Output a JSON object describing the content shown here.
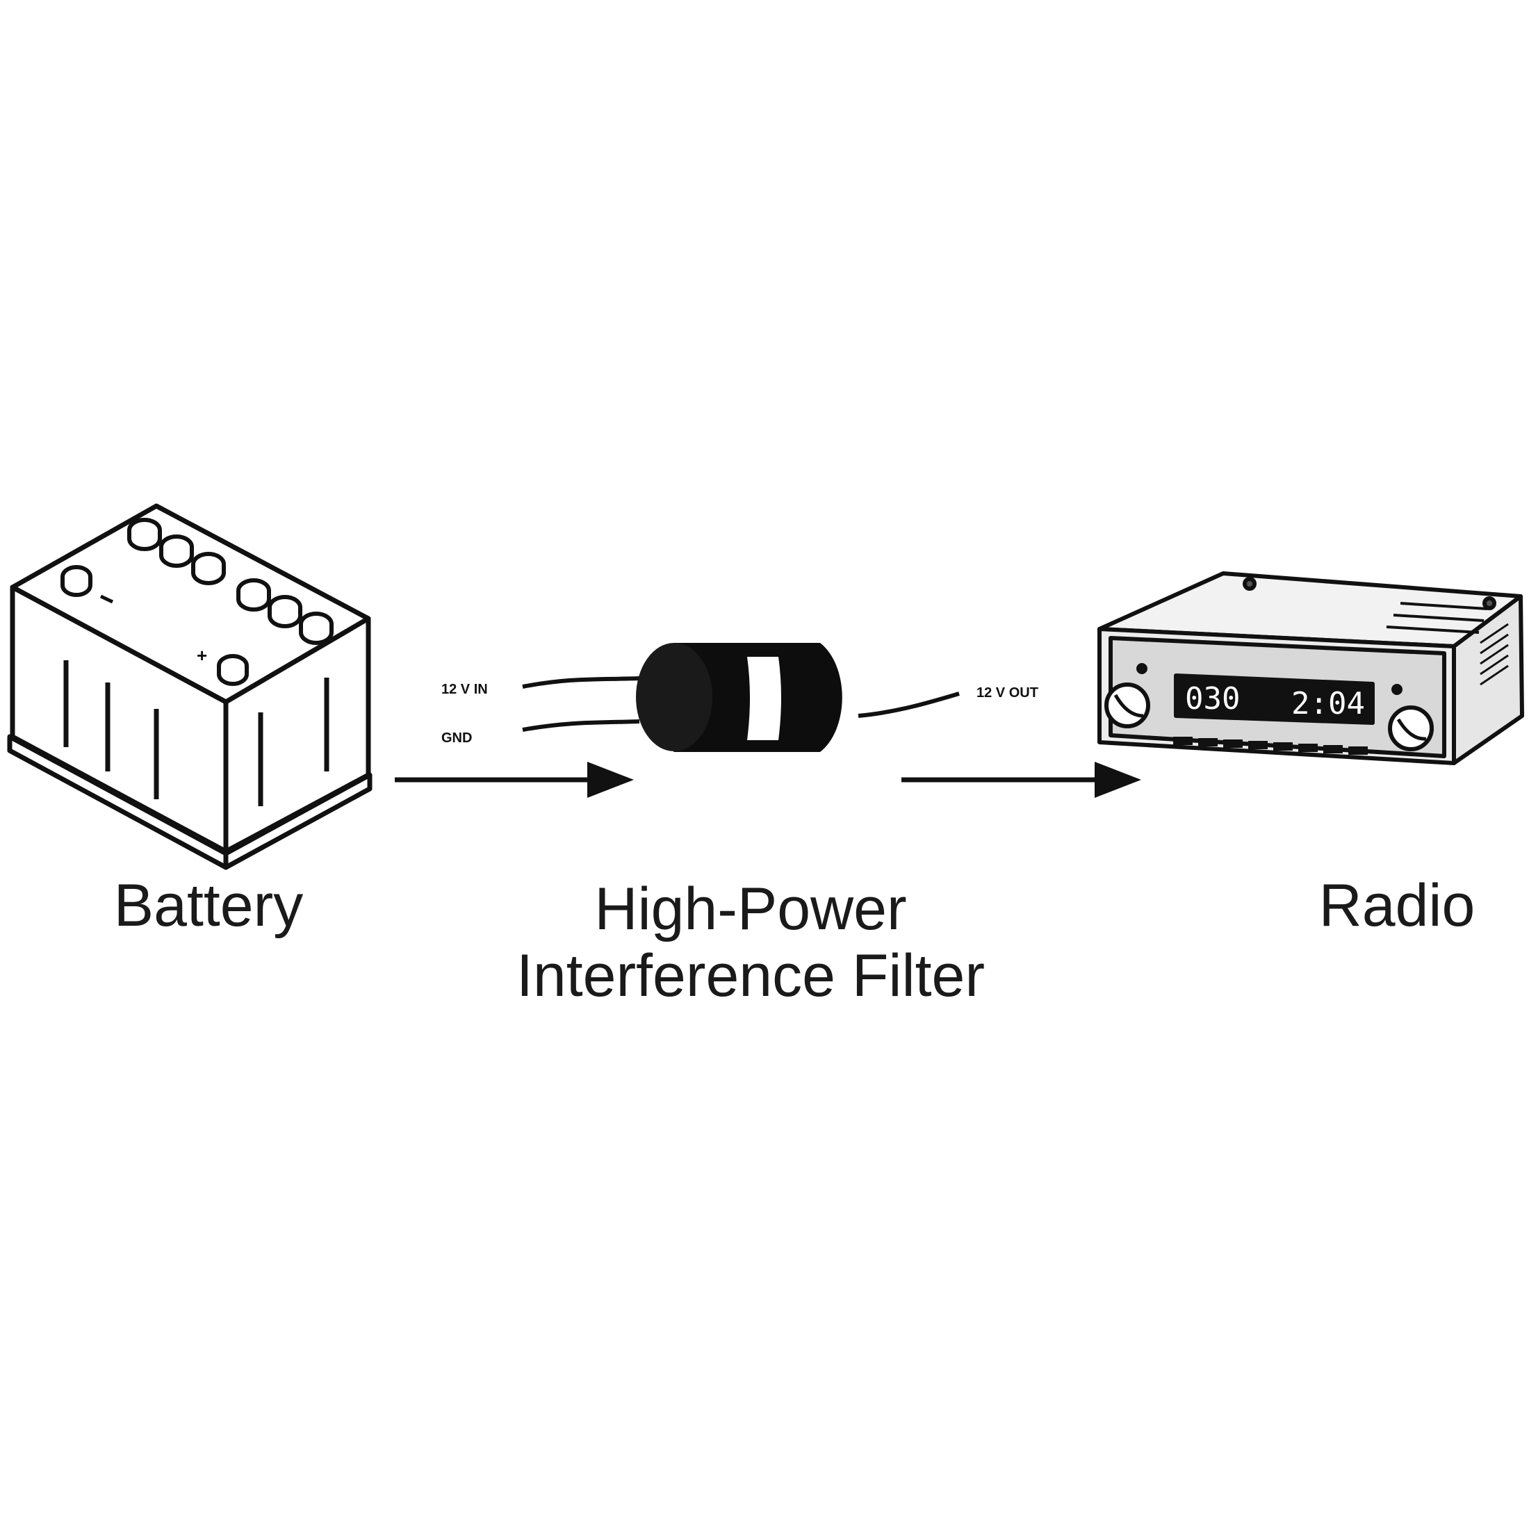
{
  "nodes": [
    {
      "id": "battery",
      "label": "Battery"
    },
    {
      "id": "filter",
      "label_lines": [
        "High-Power",
        "Interference Filter"
      ]
    },
    {
      "id": "radio",
      "label": "Radio"
    }
  ],
  "filter_wires": {
    "in_12v": "12 V IN",
    "ground": "GND",
    "out_12v": "12 V OUT"
  },
  "radio_display": {
    "channel": "030",
    "time": "2:04"
  },
  "colors": {
    "ink": "#111111",
    "background": "#ffffff",
    "radio_face": "#d8d8d8",
    "radio_body": "#ececec"
  },
  "icons": [
    "battery-icon",
    "filter-coil-icon",
    "car-radio-icon",
    "arrow-icon"
  ]
}
